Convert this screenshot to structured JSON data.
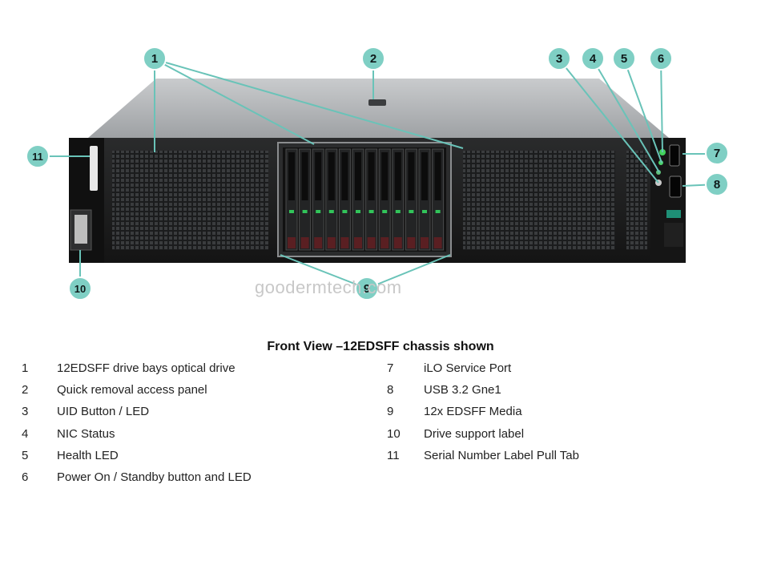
{
  "figure": {
    "watermark": "goodermtech.com",
    "title": "Front View –12EDSFF chassis shown",
    "callouts": [
      "1",
      "2",
      "3",
      "4",
      "5",
      "6",
      "7",
      "8",
      "9",
      "10",
      "11"
    ],
    "callout_color": "#7fcfc4",
    "leader_color": "#69c3b8"
  },
  "legend": {
    "left": [
      {
        "num": "1",
        "label": "12EDSFF drive bays optical drive"
      },
      {
        "num": "2",
        "label": "Quick removal access panel"
      },
      {
        "num": "3",
        "label": "UID Button / LED"
      },
      {
        "num": "4",
        "label": "NIC Status"
      },
      {
        "num": "5",
        "label": "Health LED"
      },
      {
        "num": "6",
        "label": "Power On / Standby button and LED"
      }
    ],
    "right": [
      {
        "num": "7",
        "label": "iLO Service Port"
      },
      {
        "num": "8",
        "label": "USB 3.2 Gne1"
      },
      {
        "num": "9",
        "label": "12x EDSFF Media"
      },
      {
        "num": "10",
        "label": "Drive support label"
      },
      {
        "num": "11",
        "label": "Serial Number Label Pull Tab"
      }
    ]
  }
}
